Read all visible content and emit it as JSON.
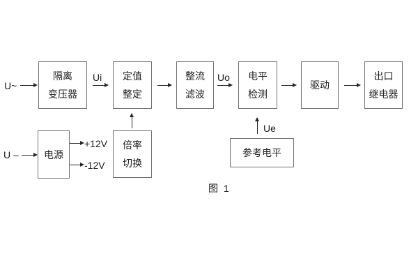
{
  "diagram": {
    "caption": "图 1",
    "signal_labels": {
      "ac_input": "U~",
      "dc_input": "U –",
      "ui": "Ui",
      "uo": "Uo",
      "ue": "Ue",
      "plus_12v": "+12V",
      "minus_12v": "-12V"
    },
    "blocks": {
      "isolation_transformer": {
        "line1": "隔离",
        "line2": "变压器"
      },
      "value_setting": {
        "line1": "定值",
        "line2": "整定"
      },
      "rectifier_filter": {
        "line1": "整流",
        "line2": "滤波"
      },
      "level_detector": {
        "line1": "电平",
        "line2": "检测"
      },
      "driver": {
        "label": "驱动"
      },
      "output_relay": {
        "line1": "出口",
        "line2": "继电器"
      },
      "power_supply": {
        "label": "电源"
      },
      "ratio_switch": {
        "line1": "倍率",
        "line2": "切换"
      },
      "reference_level": {
        "label": "参考电平"
      }
    },
    "colors": {
      "background": "#ffffff",
      "box_border": "#6f6f6f",
      "line": "#262626",
      "text": "#1d1d1d"
    }
  }
}
